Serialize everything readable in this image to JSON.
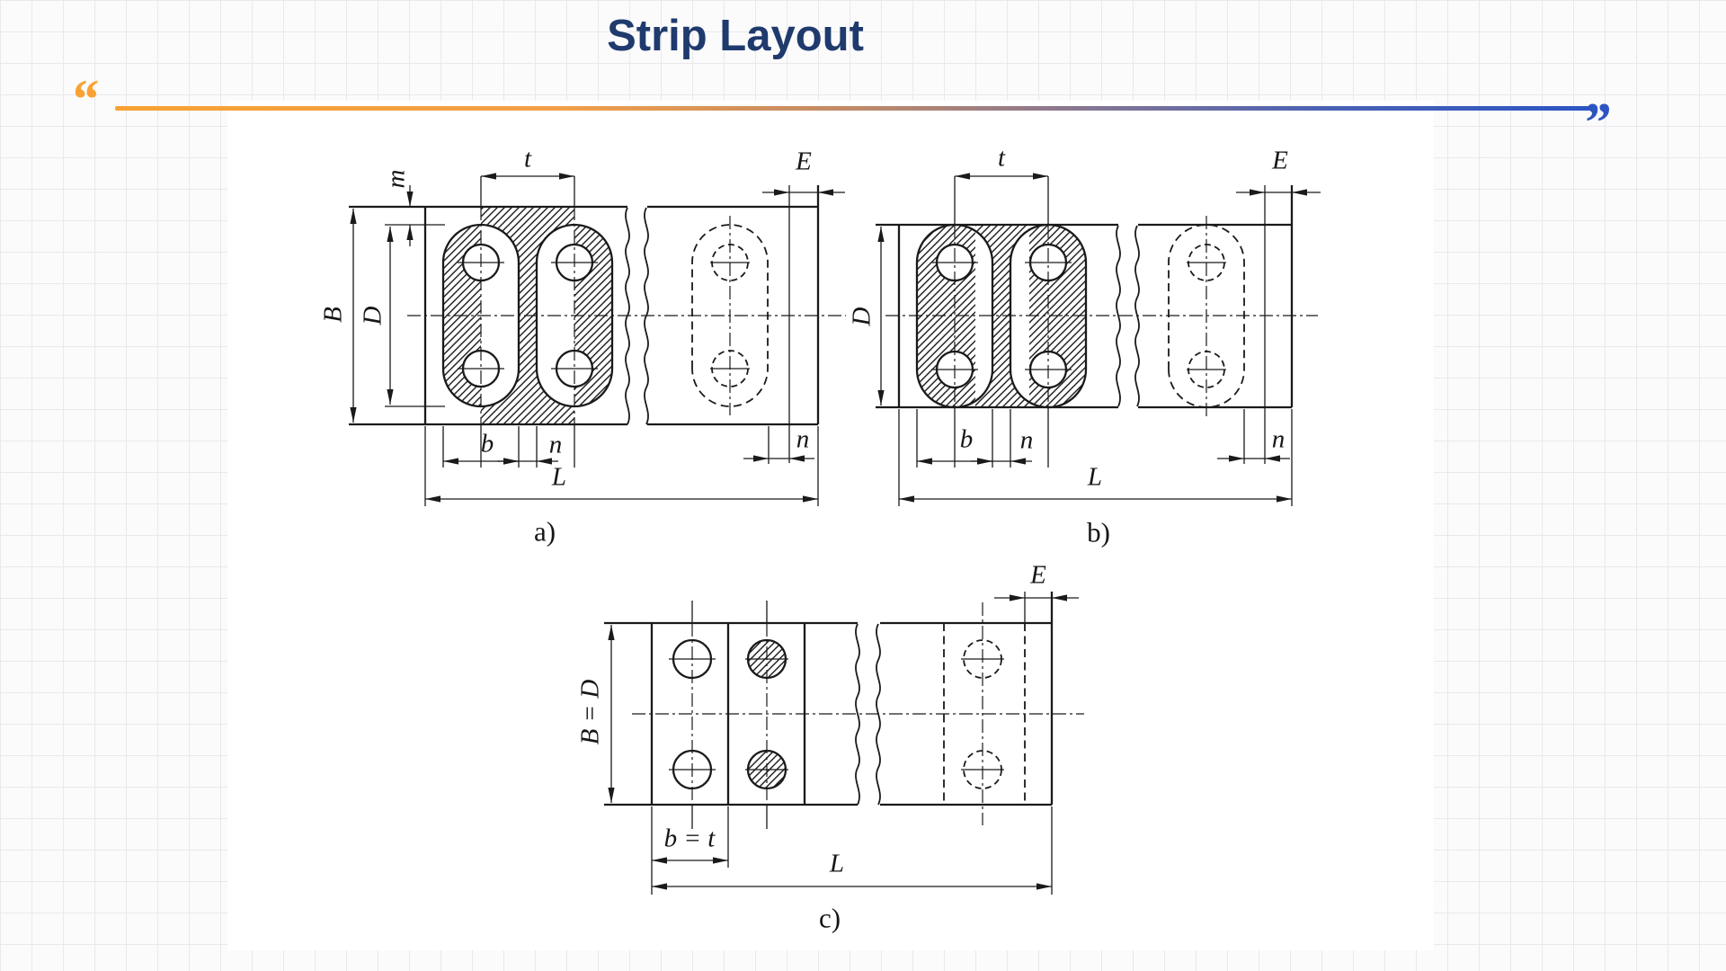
{
  "title": "Strip Layout",
  "quotes": {
    "open": "“",
    "close": "”"
  },
  "colors": {
    "title_text": "#1f3a6d",
    "accent_orange": "#f9a233",
    "accent_blue": "#2c55c2",
    "drawing_ink": "#1a1a1a",
    "background": "#fbfbfc",
    "panel": "#ffffff"
  },
  "diagrams": {
    "a": {
      "caption": "a)",
      "labels": {
        "t": "t",
        "m": "m",
        "B": "B",
        "D": "D",
        "b": "b",
        "n": "n",
        "E": "E",
        "n_end": "n",
        "L": "L"
      }
    },
    "b": {
      "caption": "b)",
      "labels": {
        "t": "t",
        "D": "D",
        "b": "b",
        "n": "n",
        "E": "E",
        "n_end": "n",
        "L": "L"
      }
    },
    "c": {
      "caption": "c)",
      "labels": {
        "B_eq_D": "B = D",
        "b_eq_t": "b = t",
        "E": "E",
        "L": "L"
      }
    }
  }
}
